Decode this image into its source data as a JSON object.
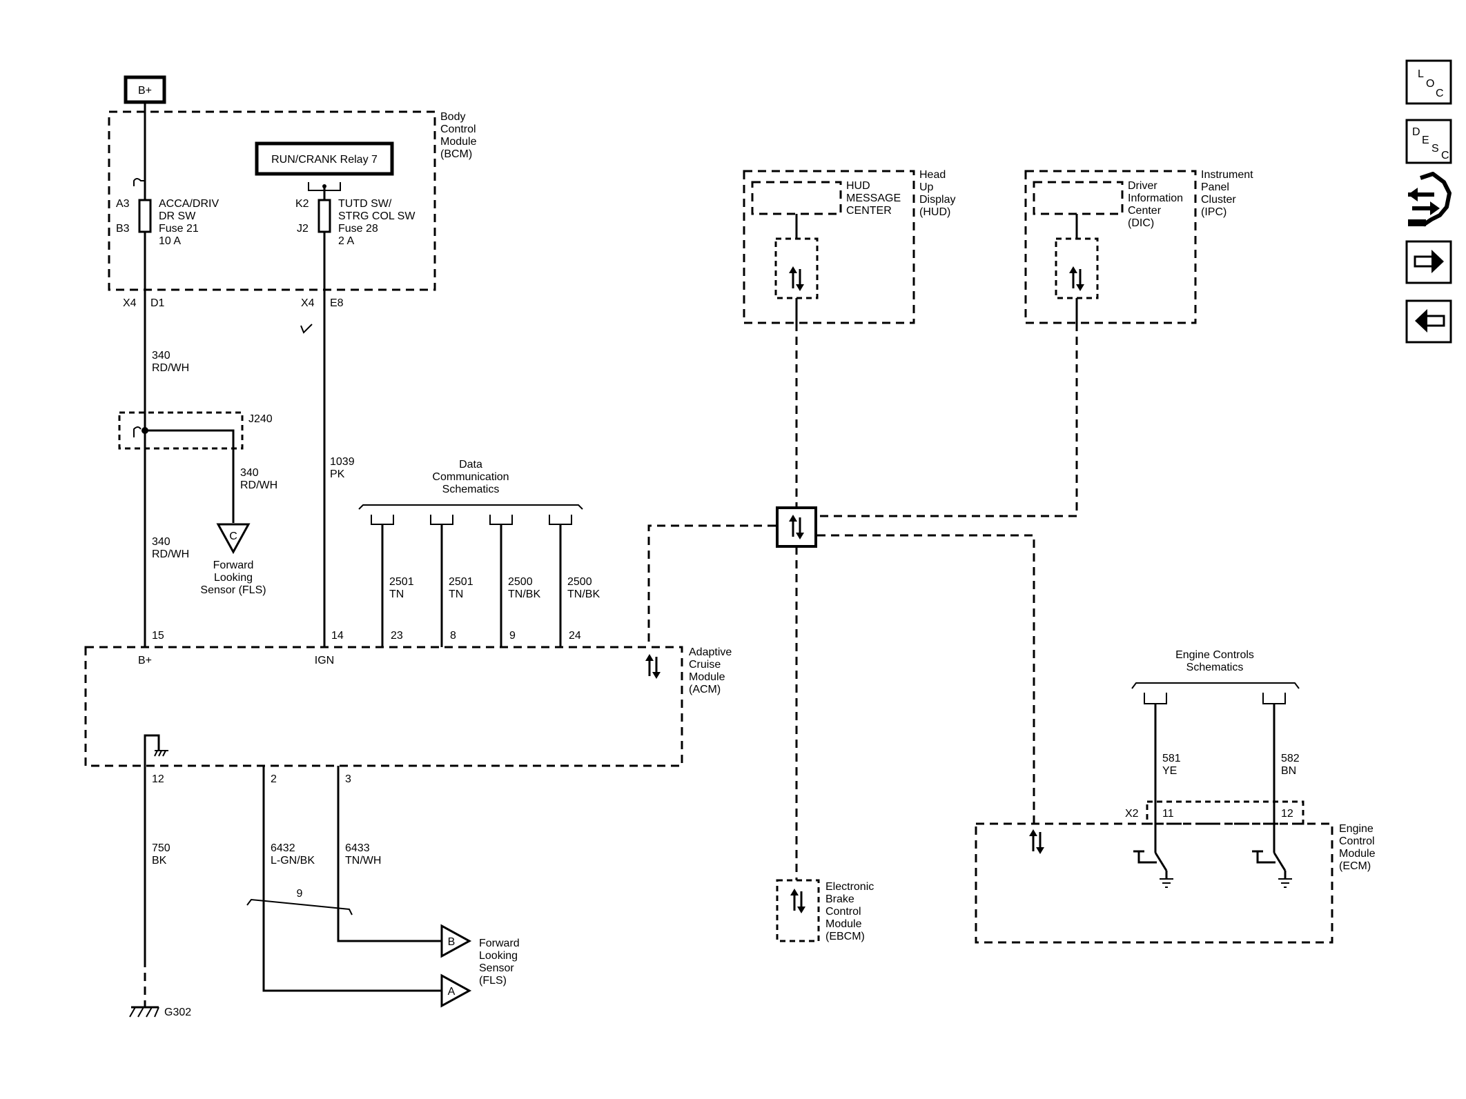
{
  "power_source": "B+",
  "bcm": {
    "name": [
      "Body",
      "Control",
      "Module",
      "(BCM)"
    ],
    "relay": "RUN/CRANK Relay 7",
    "fuse21": {
      "pin_top": "A3",
      "pin_bottom": "B3",
      "label": [
        "ACCA/DRIV",
        "DR SW",
        "Fuse 21",
        "10 A"
      ]
    },
    "fuse28": {
      "pin_top": "K2",
      "pin_bottom": "J2",
      "label": [
        "TUTD SW/",
        "STRG COL SW",
        "Fuse 28",
        "2 A"
      ]
    },
    "conn_d1": [
      "X4",
      "D1"
    ],
    "conn_e8": [
      "X4",
      "E8"
    ]
  },
  "wires": {
    "w340_a": [
      "340",
      "RD/WH"
    ],
    "w340_b": [
      "340",
      "RD/WH"
    ],
    "w340_c": [
      "340",
      "RD/WH"
    ],
    "w1039": [
      "1039",
      "PK"
    ],
    "w2501_a": [
      "2501",
      "TN"
    ],
    "w2501_b": [
      "2501",
      "TN"
    ],
    "w2500_a": [
      "2500",
      "TN/BK"
    ],
    "w2500_b": [
      "2500",
      "TN/BK"
    ],
    "w750": [
      "750",
      "BK"
    ],
    "w6432": [
      "6432",
      "L-GN/BK"
    ],
    "w6433": [
      "6433",
      "TN/WH"
    ],
    "w581": [
      "581",
      "YE"
    ],
    "w582": [
      "582",
      "BN"
    ]
  },
  "splice": "J240",
  "fls_top": {
    "connector": "C",
    "label": [
      "Forward",
      "Looking",
      "Sensor (FLS)"
    ]
  },
  "data_comm": [
    "Data",
    "Communication",
    "Schematics"
  ],
  "acm": {
    "name": [
      "Adaptive",
      "Cruise",
      "Module",
      "(ACM)"
    ],
    "pins_top": [
      "15",
      "14",
      "23",
      "8",
      "9",
      "24"
    ],
    "pin_names": [
      "B+",
      "IGN"
    ],
    "pins_bottom": [
      "12",
      "2",
      "3"
    ]
  },
  "twist": "9",
  "ground": "G302",
  "fls_bottom": {
    "conn_b": "B",
    "conn_a": "A",
    "label": [
      "Forward",
      "Looking",
      "Sensor",
      "(FLS)"
    ]
  },
  "hud": {
    "name": [
      "Head",
      "Up",
      "Display",
      "(HUD)"
    ],
    "inner": [
      "HUD",
      "MESSAGE",
      "CENTER"
    ]
  },
  "ipc": {
    "name": [
      "Instrument",
      "Panel",
      "Cluster",
      "(IPC)"
    ],
    "inner": [
      "Driver",
      "Information",
      "Center",
      "(DIC)"
    ]
  },
  "ebcm": {
    "name": [
      "Electronic",
      "Brake",
      "Control",
      "Module",
      "(EBCM)"
    ]
  },
  "engine_schem": [
    "Engine Controls",
    "Schematics"
  ],
  "ecm": {
    "name": [
      "Engine",
      "Control",
      "Module",
      "(ECM)"
    ],
    "conn": "X2",
    "pins": [
      "11",
      "12"
    ]
  },
  "nav_icons": [
    {
      "name": "loc-icon",
      "letters": [
        "L",
        "O",
        "C"
      ]
    },
    {
      "name": "desc-icon",
      "letters": [
        "D",
        "E",
        "S",
        "C"
      ]
    },
    {
      "name": "connector-tool-icon"
    },
    {
      "name": "forward-arrow-icon"
    },
    {
      "name": "back-arrow-icon"
    }
  ]
}
